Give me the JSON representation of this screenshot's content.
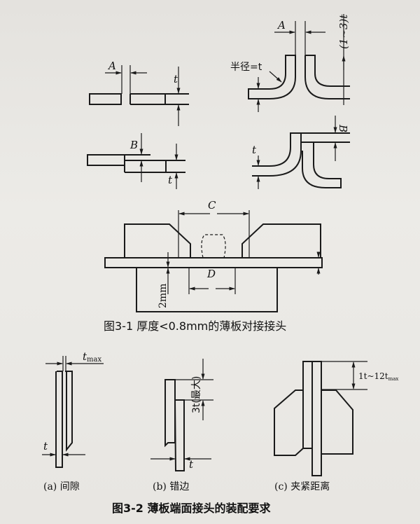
{
  "figure_1": {
    "caption": "图3-1   厚度<0.8mm的薄板对接接头",
    "labels": {
      "a": "A",
      "b": "B",
      "t": "t",
      "radius": "半径=t",
      "flange_height": "(1~3)t",
      "c": "C",
      "d": "D",
      "gap_2mm": "2mm"
    }
  },
  "figure_2": {
    "caption": "图3-2   薄板端面接头的装配要求",
    "labels": {
      "tmax": "t",
      "tmax_sub": "max",
      "t": "t",
      "offset_max": "3t(最大)",
      "clamp_distance": "1t~12t",
      "clamp_sub": "max"
    },
    "subfigures": [
      "(a) 间隙",
      "(b) 错边",
      "(c) 夹紧距离"
    ]
  }
}
